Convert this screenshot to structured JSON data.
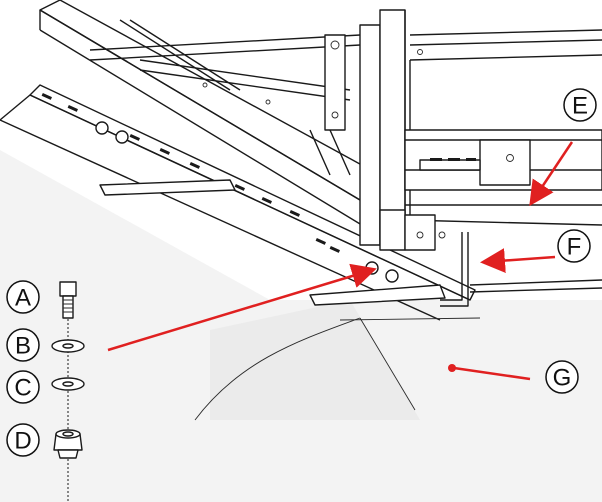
{
  "callouts": {
    "A": "A",
    "B": "B",
    "C": "C",
    "D": "D",
    "E": "E",
    "F": "F",
    "G": "G"
  },
  "colors": {
    "arrow": "#e02020",
    "line": "#1a1a1a",
    "shade": "#e4e4e4"
  },
  "parts": [
    {
      "callout": "A",
      "item": "bolt"
    },
    {
      "callout": "B",
      "item": "washer"
    },
    {
      "callout": "C",
      "item": "washer"
    },
    {
      "callout": "D",
      "item": "flange-nut"
    }
  ],
  "icons": [
    "bolt-icon",
    "washer-icon",
    "flange-nut-icon"
  ]
}
